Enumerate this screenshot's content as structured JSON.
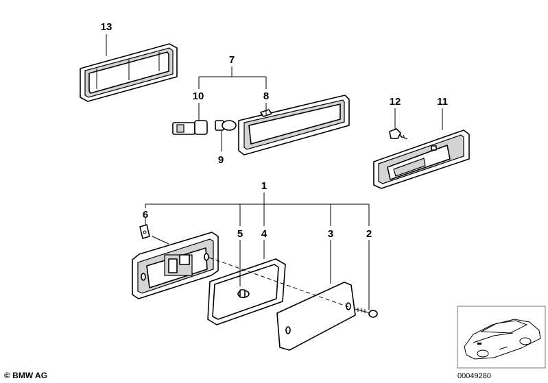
{
  "callouts": {
    "c1": "1",
    "c2": "2",
    "c3": "3",
    "c4": "4",
    "c5": "5",
    "c6": "6",
    "c7": "7",
    "c8": "8",
    "c9": "9",
    "c10": "10",
    "c11": "11",
    "c12": "12",
    "c13": "13"
  },
  "footer": {
    "copyright": "© BMW AG",
    "doc_number": "00049280"
  }
}
